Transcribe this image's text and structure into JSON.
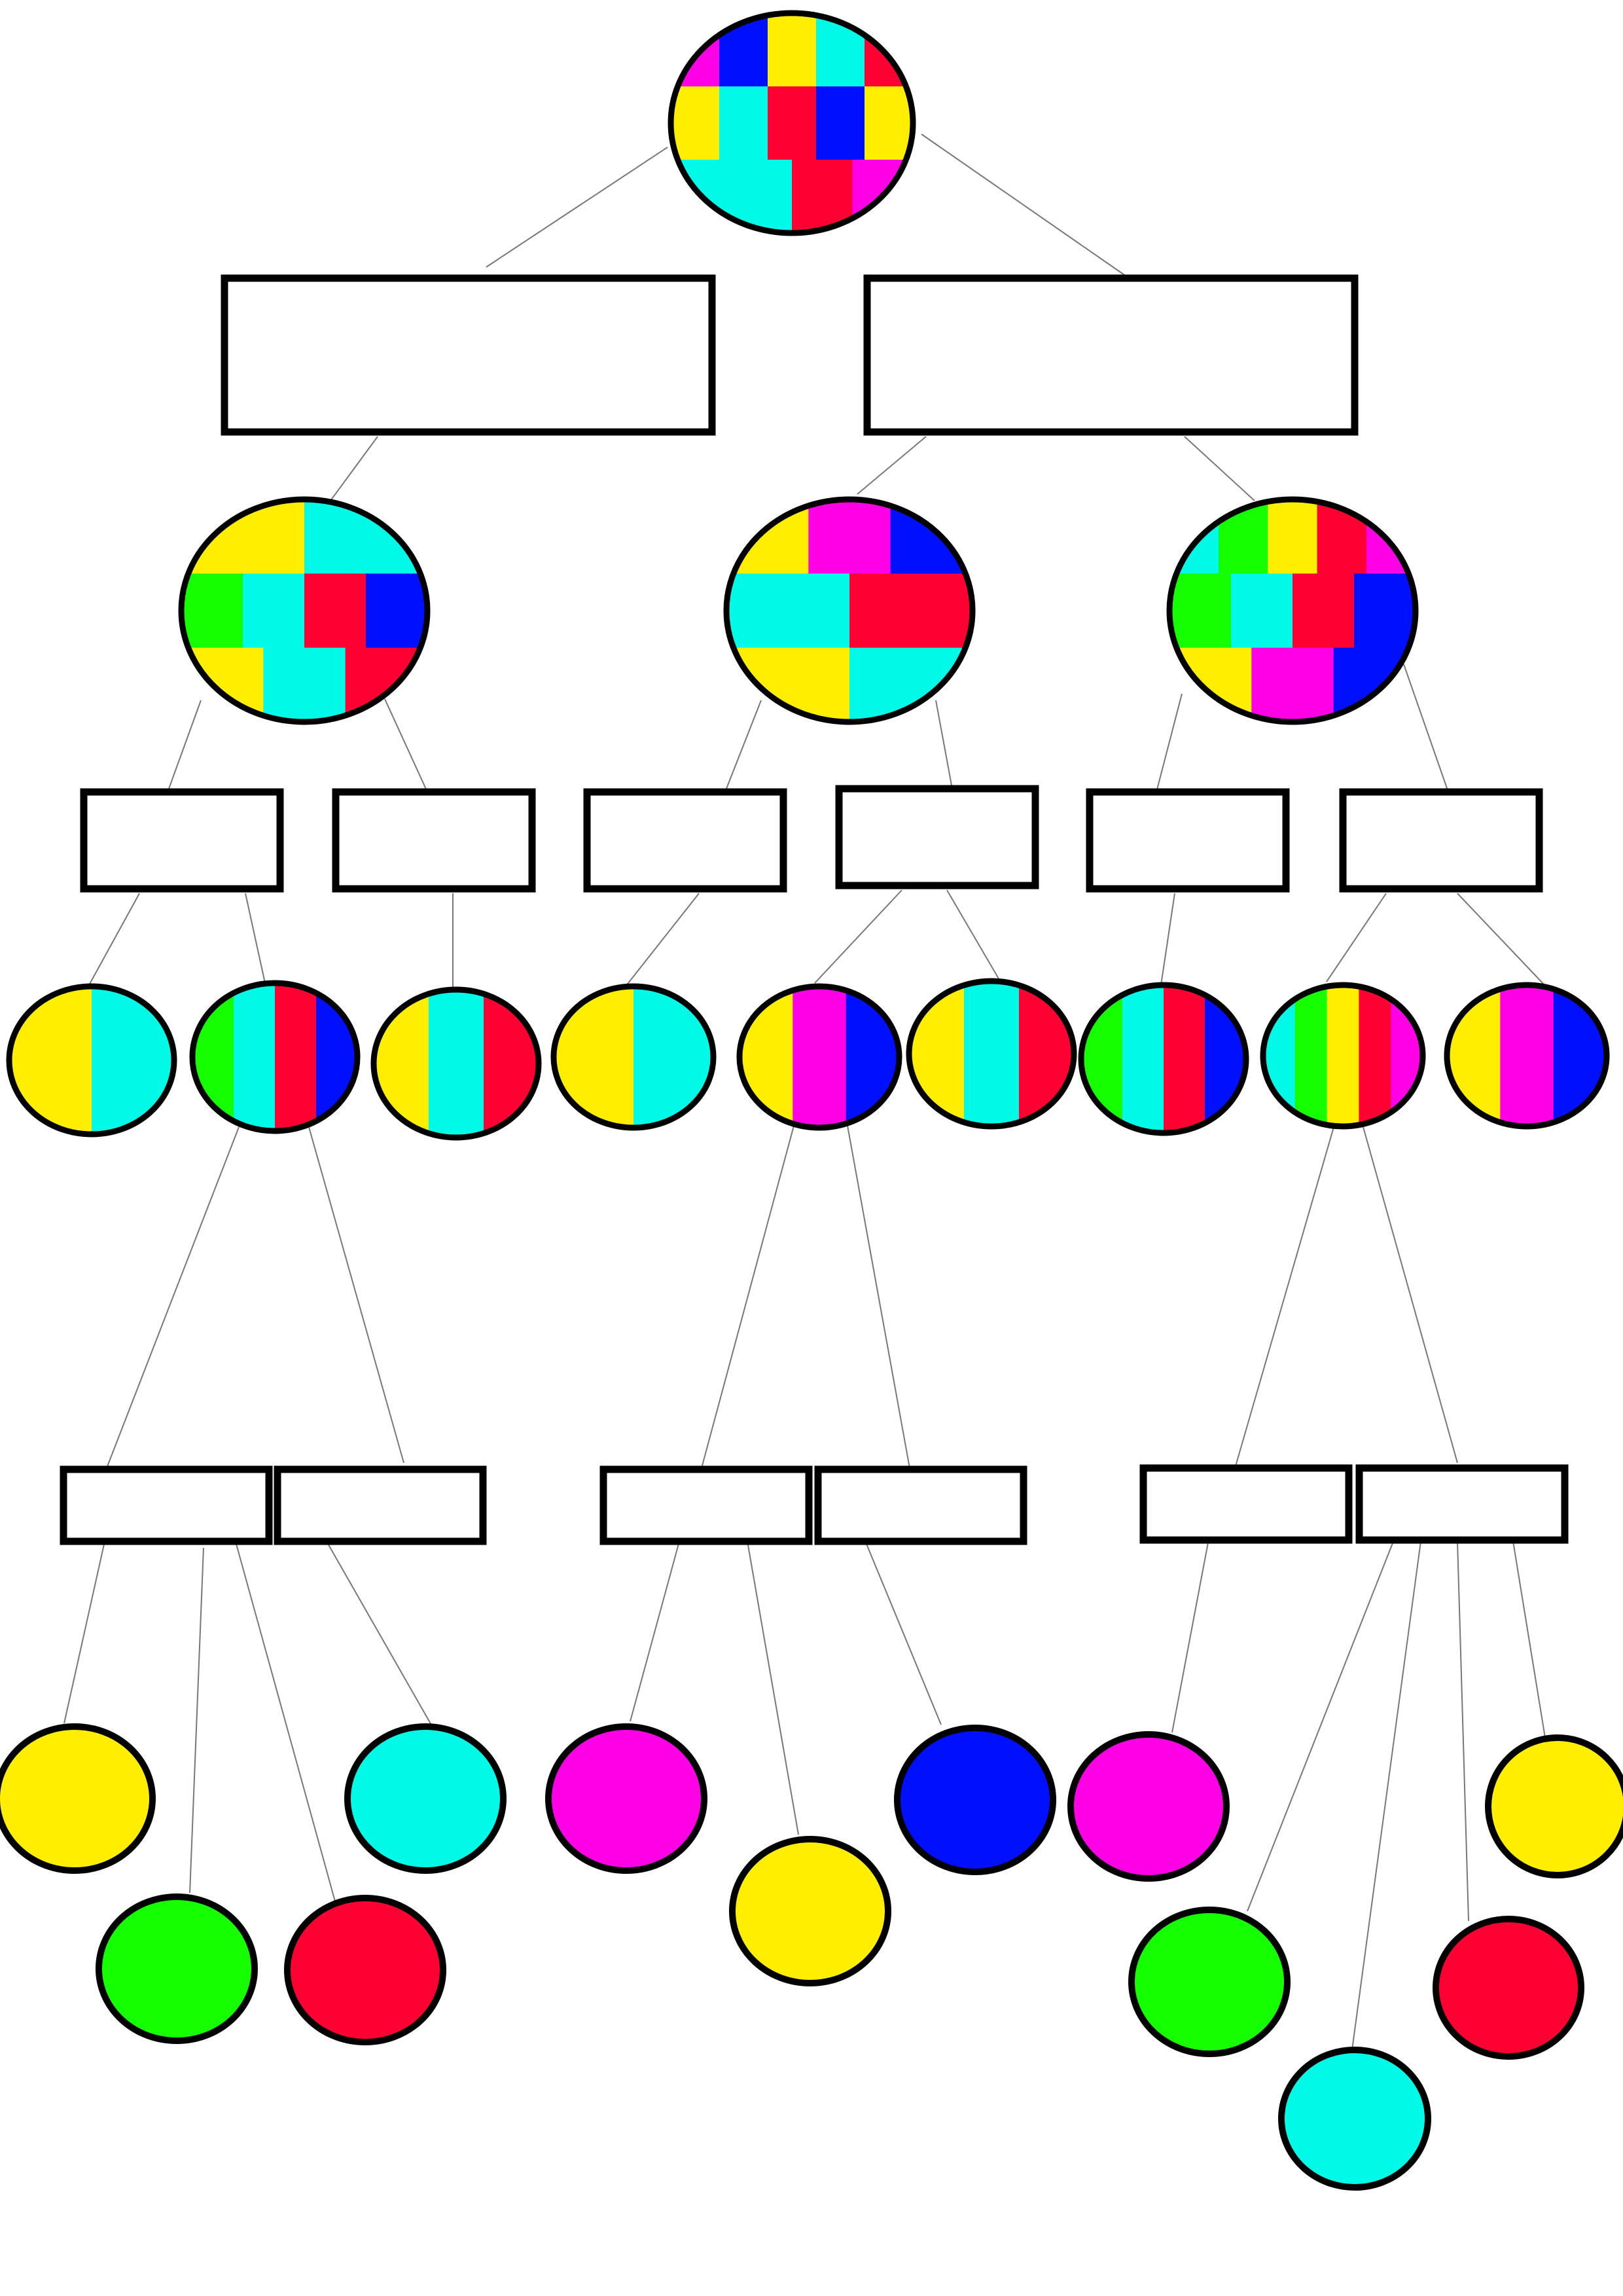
{
  "colors": {
    "yellow": "#ffee00",
    "cyan": "#00fae8",
    "red": "#ff0033",
    "blue": "#0010ff",
    "green": "#16ff00",
    "magenta": "#ff00e6",
    "outline": "#000000",
    "edge": "#777777",
    "background": "#ffffff"
  },
  "tree": {
    "root": {
      "fill": "mosaic",
      "colors": [
        "magenta",
        "blue",
        "yellow",
        "cyan",
        "red",
        "yellow",
        "cyan",
        "red",
        "blue",
        "yellow",
        "cyan",
        "cyan",
        "red",
        "magenta"
      ]
    },
    "level1_boxes": [
      {
        "label": ""
      },
      {
        "label": ""
      }
    ],
    "level2_nodes": [
      {
        "fill": "mosaic",
        "colors": [
          "yellow",
          "cyan",
          "green",
          "cyan",
          "red",
          "blue",
          "yellow",
          "cyan",
          "red"
        ]
      },
      {
        "fill": "mosaic",
        "colors": [
          "yellow",
          "magenta",
          "blue",
          "cyan",
          "red",
          "yellow",
          "cyan"
        ]
      },
      {
        "fill": "mosaic",
        "colors": [
          "cyan",
          "green",
          "yellow",
          "red",
          "magenta",
          "green",
          "cyan",
          "red",
          "blue",
          "yellow",
          "magenta",
          "blue"
        ]
      }
    ],
    "level3_boxes": [
      {
        "label": ""
      },
      {
        "label": ""
      },
      {
        "label": ""
      },
      {
        "label": ""
      },
      {
        "label": ""
      },
      {
        "label": ""
      }
    ],
    "level4_nodes": [
      {
        "stripes": [
          "yellow",
          "cyan"
        ]
      },
      {
        "stripes": [
          "green",
          "cyan",
          "red",
          "blue"
        ]
      },
      {
        "stripes": [
          "yellow",
          "cyan",
          "red"
        ]
      },
      {
        "stripes": [
          "yellow",
          "cyan"
        ]
      },
      {
        "stripes": [
          "yellow",
          "magenta",
          "blue"
        ]
      },
      {
        "stripes": [
          "yellow",
          "cyan",
          "red"
        ]
      },
      {
        "stripes": [
          "green",
          "cyan",
          "red",
          "blue"
        ]
      },
      {
        "stripes": [
          "cyan",
          "green",
          "yellow",
          "red",
          "magenta"
        ]
      },
      {
        "stripes": [
          "yellow",
          "magenta",
          "blue"
        ]
      }
    ],
    "level5_boxes": [
      {
        "label": ""
      },
      {
        "label": ""
      },
      {
        "label": ""
      },
      {
        "label": ""
      },
      {
        "label": ""
      },
      {
        "label": ""
      }
    ],
    "leaves": [
      {
        "color": "yellow"
      },
      {
        "color": "green"
      },
      {
        "color": "red"
      },
      {
        "color": "cyan"
      },
      {
        "color": "magenta"
      },
      {
        "color": "yellow"
      },
      {
        "color": "blue"
      },
      {
        "color": "magenta"
      },
      {
        "color": "green"
      },
      {
        "color": "cyan"
      },
      {
        "color": "red"
      },
      {
        "color": "yellow"
      }
    ]
  }
}
